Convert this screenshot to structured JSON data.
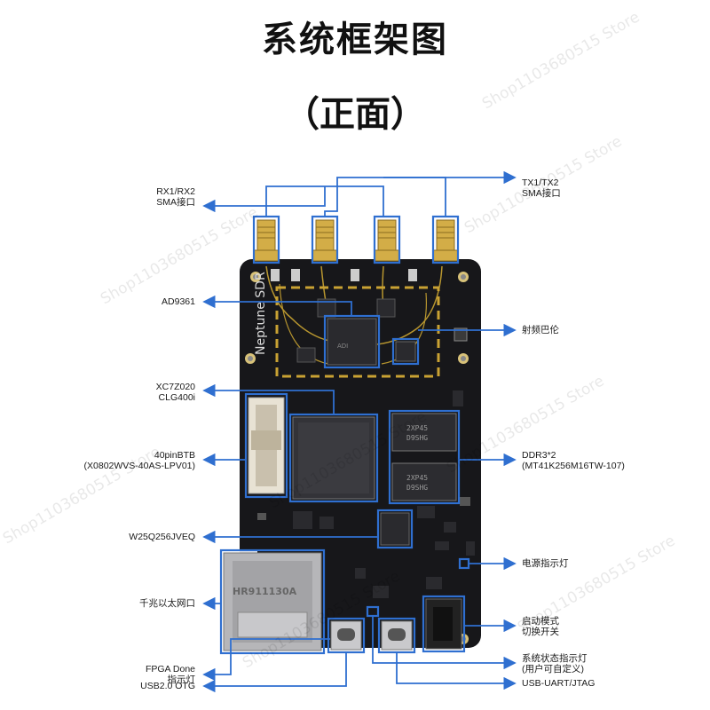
{
  "title": "系统框架图",
  "subtitle": "（正面）",
  "board_silkscreen": "Neptune SDR",
  "connector_label": "HR911130A",
  "labels_left": {
    "rx_sma": [
      "RX1/RX2",
      "SMA接口"
    ],
    "ad9361": "AD9361",
    "fpga": [
      "XC7Z020",
      "CLG400i"
    ],
    "btb": [
      "40pinBTB",
      "(X0802WVS-40AS-LPV01)"
    ],
    "flash": "W25Q256JVEQ",
    "ethernet": "千兆以太网口",
    "fpga_done": [
      "FPGA Done",
      "指示灯"
    ],
    "usb_otg": "USB2.0 OTG"
  },
  "labels_right": {
    "tx_sma": [
      "TX1/TX2",
      "SMA接口"
    ],
    "balun": "射频巴伦",
    "ddr": [
      "DDR3*2",
      "(MT41K256M16TW-107)"
    ],
    "power_led": "电源指示灯",
    "boot_switch": [
      "启动模式",
      "切换开关"
    ],
    "status_led": [
      "系统状态指示灯",
      "(用户可自定义)"
    ],
    "usb_uart": "USB-UART/JTAG"
  },
  "watermark": "Shop1103680515 Store",
  "colors": {
    "pcb": "#17171a",
    "accent": "#2f6fd0",
    "gold": "#c9a233"
  }
}
